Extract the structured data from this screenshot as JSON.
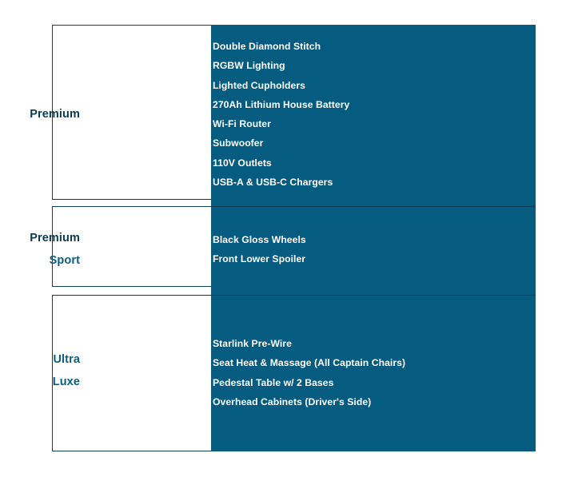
{
  "theme": {
    "panel_blue": "#065B80",
    "label_navy": "#0D3B4F",
    "label_blue": "#0A5E82",
    "rule_color": "#0D4257",
    "feature_text": "#FFFFFF",
    "background": "#FFFFFF"
  },
  "tiers": [
    {
      "id": "premium",
      "label_lines": [
        {
          "text": "Premium",
          "color": "navy"
        }
      ],
      "features": [
        "Double Diamond Stitch",
        "RGBW Lighting",
        "Lighted Cupholders",
        "270Ah Lithium House Battery",
        "Wi-Fi Router",
        "Subwoofer",
        "110V Outlets",
        "USB-A & USB-C Chargers"
      ]
    },
    {
      "id": "premium-sport",
      "label_lines": [
        {
          "text": "Premium",
          "color": "navy"
        },
        {
          "text": "Sport",
          "color": "blue"
        }
      ],
      "features": [
        "Black Gloss Wheels",
        "Front Lower Spoiler"
      ]
    },
    {
      "id": "ultra-luxe",
      "label_lines": [
        {
          "text": "Ultra",
          "color": "blue"
        },
        {
          "text": "Luxe",
          "color": "blue"
        }
      ],
      "features": [
        "Starlink Pre-Wire",
        "Seat Heat & Massage (All Captain Chairs)",
        "Pedestal Table w/ 2 Bases",
        "Overhead Cabinets (Driver's Side)"
      ]
    }
  ]
}
